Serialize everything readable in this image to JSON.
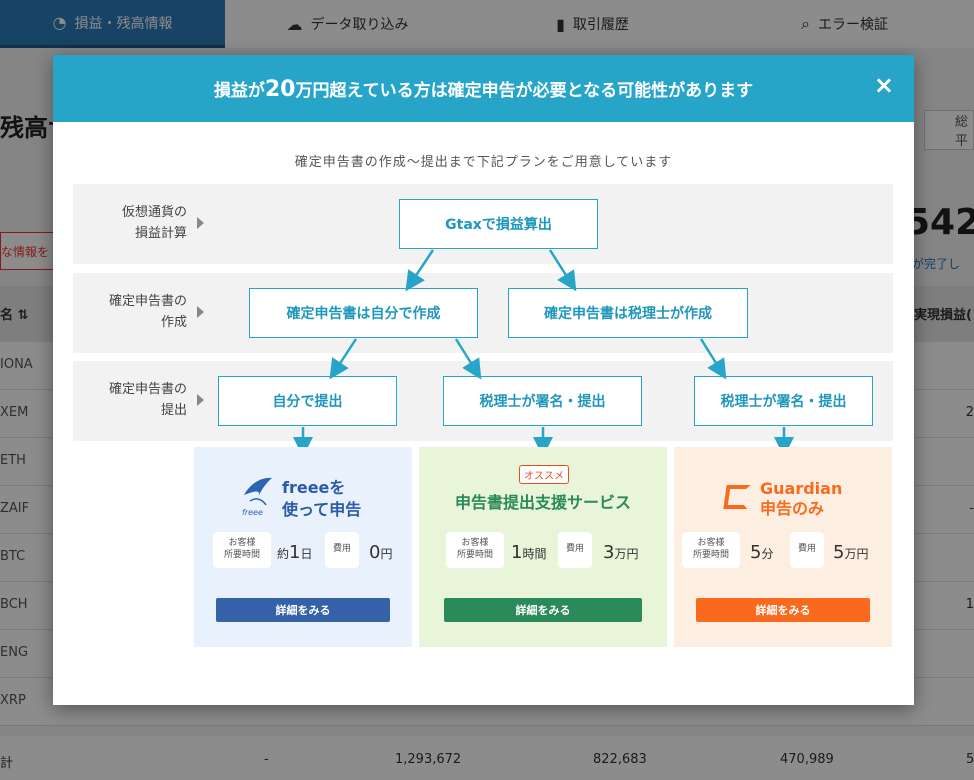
{
  "nav": {
    "tabs": [
      {
        "icon": "pie-chart-icon",
        "label": "損益・残高情報"
      },
      {
        "icon": "cloud-upload-icon",
        "label": "データ取り込み"
      },
      {
        "icon": "bar-chart-icon",
        "label": "取引履歴"
      },
      {
        "icon": "search-icon",
        "label": "エラー検証"
      }
    ]
  },
  "background": {
    "title": "残高サ",
    "warn": "な情報を",
    "segment": "総平",
    "big_value": "542,",
    "link": "が完了し",
    "header_col1": "名 ⇅",
    "header_col2": "実現損益(",
    "coins": [
      "IONA",
      "XEM",
      "ETH",
      "ZAIF",
      "BTC",
      "BCH",
      "ENG",
      "XRP"
    ],
    "coin_values": [
      "",
      "2",
      "",
      "-",
      "",
      "1",
      "",
      ""
    ],
    "total_label": "計",
    "total_dash": "-",
    "total_1": "1,293,672",
    "total_2": "822,683",
    "total_3": "470,989",
    "total_4": "5"
  },
  "modal": {
    "title_pre": "損益が",
    "title_num": "20",
    "title_post": "万円超えている方は確定申告が必要となる可能性があります",
    "close": "×",
    "subtitle": "確定申告書の作成〜提出まで下記プランをご用意しています",
    "rows": [
      {
        "label_line1": "仮想通貨の",
        "label_line2": "損益計算"
      },
      {
        "label_line1": "確定申告書の",
        "label_line2": "作成"
      },
      {
        "label_line1": "確定申告書の",
        "label_line2": "提出"
      }
    ],
    "boxes": {
      "calc": "Gtaxで損益算出",
      "create_self": "確定申告書は自分で作成",
      "create_tax": "確定申告書は税理士が作成",
      "submit_self": "自分で提出",
      "submit_tax1": "税理士が署名・提出",
      "submit_tax2": "税理士が署名・提出"
    },
    "plans": [
      {
        "title_line1": "freeeを",
        "title_line2": "使って申告",
        "logo_text": "freee",
        "time_label_1": "お客様",
        "time_label_2": "所要時間",
        "time_prefix": "約",
        "time_num": "1",
        "time_unit": "日",
        "cost_label": "費用",
        "cost_num": "0",
        "cost_unit": "円",
        "button": "詳細をみる",
        "color": "#3461a8"
      },
      {
        "badge": "オススメ",
        "title": "申告書提出支援サービス",
        "time_label_1": "お客様",
        "time_label_2": "所要時間",
        "time_num": "1",
        "time_unit": "時間",
        "cost_label": "費用",
        "cost_num": "3",
        "cost_unit": "万円",
        "button": "詳細をみる",
        "color": "#2a8a5a"
      },
      {
        "title_line1": "Guardian",
        "title_line2": "申告のみ",
        "time_label_1": "お客様",
        "time_label_2": "所要時間",
        "time_num": "5",
        "time_unit": "分",
        "cost_label": "費用",
        "cost_num": "5",
        "cost_unit": "万円",
        "button": "詳細をみる",
        "color": "#fa6a1e"
      }
    ]
  }
}
